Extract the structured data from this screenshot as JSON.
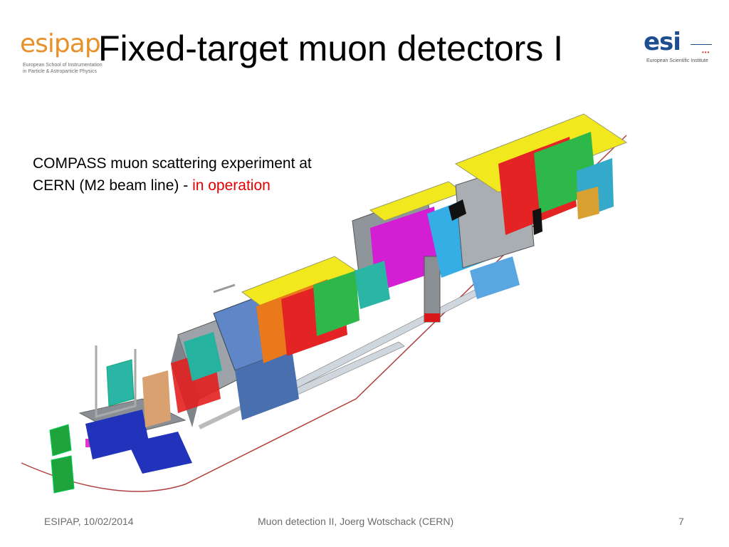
{
  "slide": {
    "title": "Fixed-target muon detectors I",
    "description": {
      "text": "COMPASS muon scattering experiment at CERN (M2 beam line) - ",
      "highlight": "in operation",
      "highlight_color": "#e60000"
    }
  },
  "logos": {
    "left": {
      "word": "esipap",
      "line1": "European School of Instrumentation",
      "line2": "in Particle & Astroparticle Physics"
    },
    "right": {
      "word": "esi",
      "subtitle": "European Scientific Institute"
    }
  },
  "figure": {
    "image_name": "compass-spectrometer-3d-rendering"
  },
  "footer": {
    "left": "ESIPAP, 10/02/2014",
    "center": "Muon detection II, Joerg Wotschack (CERN)",
    "page_number": "7"
  },
  "colors": {
    "title": "#000000",
    "highlight": "#e60000",
    "footer": "#6b6b6b",
    "esipap_orange": "#e8912a",
    "esi_blue": "#1d4e8f"
  }
}
